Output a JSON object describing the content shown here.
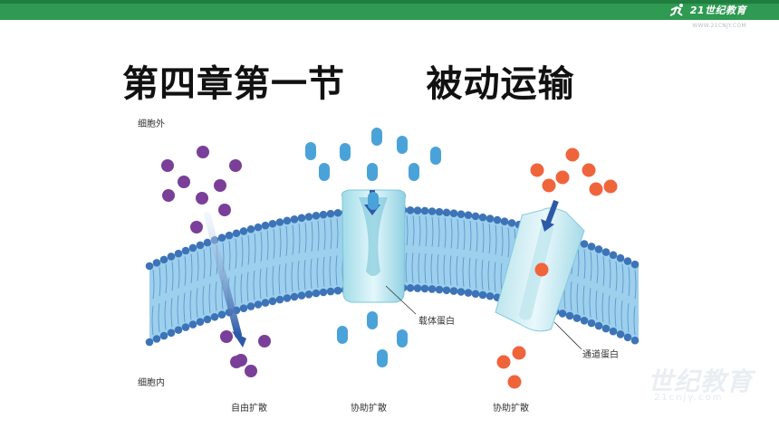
{
  "header": {
    "brand_name": "21世纪教育",
    "brand_sub": "WWW.21CNJY.COM",
    "bar_color": "#2e9a52"
  },
  "title": "第四章第一节      被动运输",
  "figure": {
    "outside_label": "细胞外",
    "inside_label": "细胞内",
    "carrier_label": "载体蛋白",
    "channel_label": "通道蛋白",
    "captions": [
      "自由扩散",
      "协助扩散",
      "协助扩散"
    ],
    "colors": {
      "membrane": "#8cc8ea",
      "head": "#3d74b8",
      "free_diffusion_molecule": "#7a3f98",
      "carrier_molecule": "#4aa3d8",
      "channel_molecule": "#f0643c",
      "arrow": "#2c5aa8"
    }
  },
  "watermark": {
    "text": "世纪教育",
    "sub": "21cnjy.com"
  }
}
